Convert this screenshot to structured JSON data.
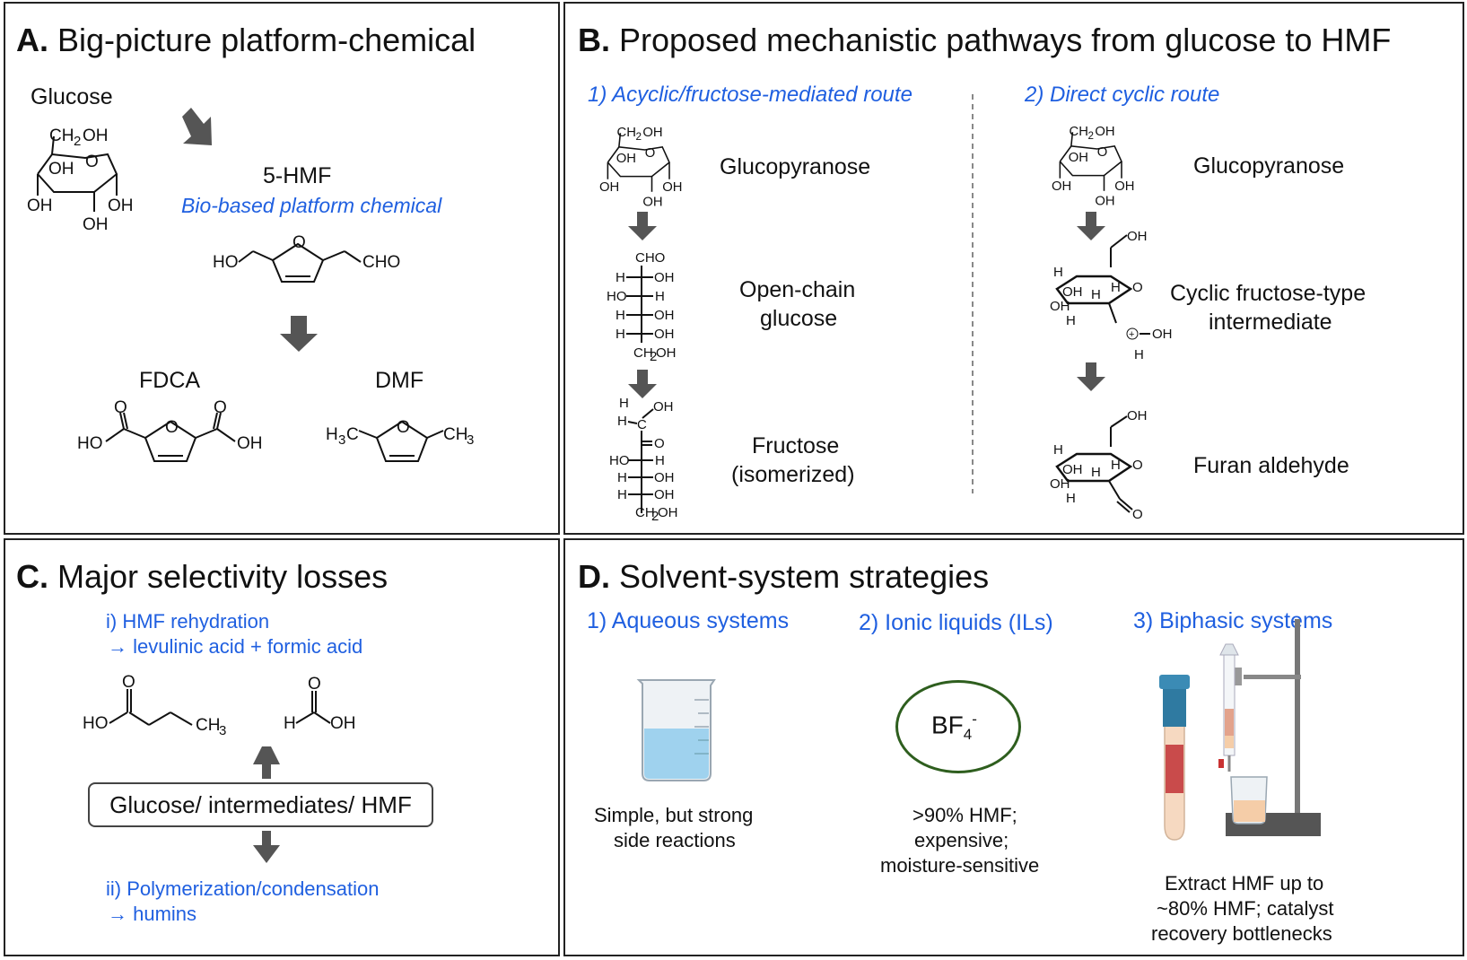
{
  "panelA": {
    "letter": "A.",
    "title": "Big-picture platform-chemical",
    "glucose_label": "Glucose",
    "hmf_label": "5-HMF",
    "hmf_sub": "Bio-based platform chemical",
    "fdca_label": "FDCA",
    "dmf_label": "DMF"
  },
  "panelB": {
    "letter": "B.",
    "title": "Proposed mechanistic pathways from glucose to HMF",
    "route1": "1) Acyclic/fructose-mediated route",
    "route2": "2) Direct cyclic route",
    "r1_step1": "Glucopyranose",
    "r1_step2a": "Open-chain",
    "r1_step2b": "glucose",
    "r1_step3a": "Fructose",
    "r1_step3b": "(isomerized)",
    "r2_step1": "Glucopyranose",
    "r2_step2a": "Cyclic fructose-type",
    "r2_step2b": "intermediate",
    "r2_step3": "Furan aldehyde"
  },
  "panelC": {
    "letter": "C.",
    "title": "Major selectivity losses",
    "loss1a": "i) HMF rehydration",
    "loss1b": "→ levulinic acid + formic acid",
    "center_box": "Glucose/ intermediates/ HMF",
    "loss2a": "ii) Polymerization/condensation",
    "loss2b": "→ humins"
  },
  "panelD": {
    "letter": "D.",
    "title": "Solvent-system strategies",
    "s1_title": "1) Aqueous systems",
    "s1_desc1": "Simple, but strong",
    "s1_desc2": "side reactions",
    "s2_title": "2) Ionic liquids (ILs)",
    "s2_ion": "BF",
    "s2_ion_sub": "4",
    "s2_ion_sup": "-",
    "s2_desc1": ">90% HMF;",
    "s2_desc2": "expensive;",
    "s2_desc3": "moisture-sensitive",
    "s3_title": "3) Biphasic systems",
    "s3_desc1": "Extract HMF up to",
    "s3_desc2": "~80% HMF; catalyst",
    "s3_desc3": "recovery bottlenecks"
  },
  "colors": {
    "accent_blue": "#1f5fe0",
    "arrow_gray": "#555555",
    "il_circle": "#2e5e1e"
  }
}
